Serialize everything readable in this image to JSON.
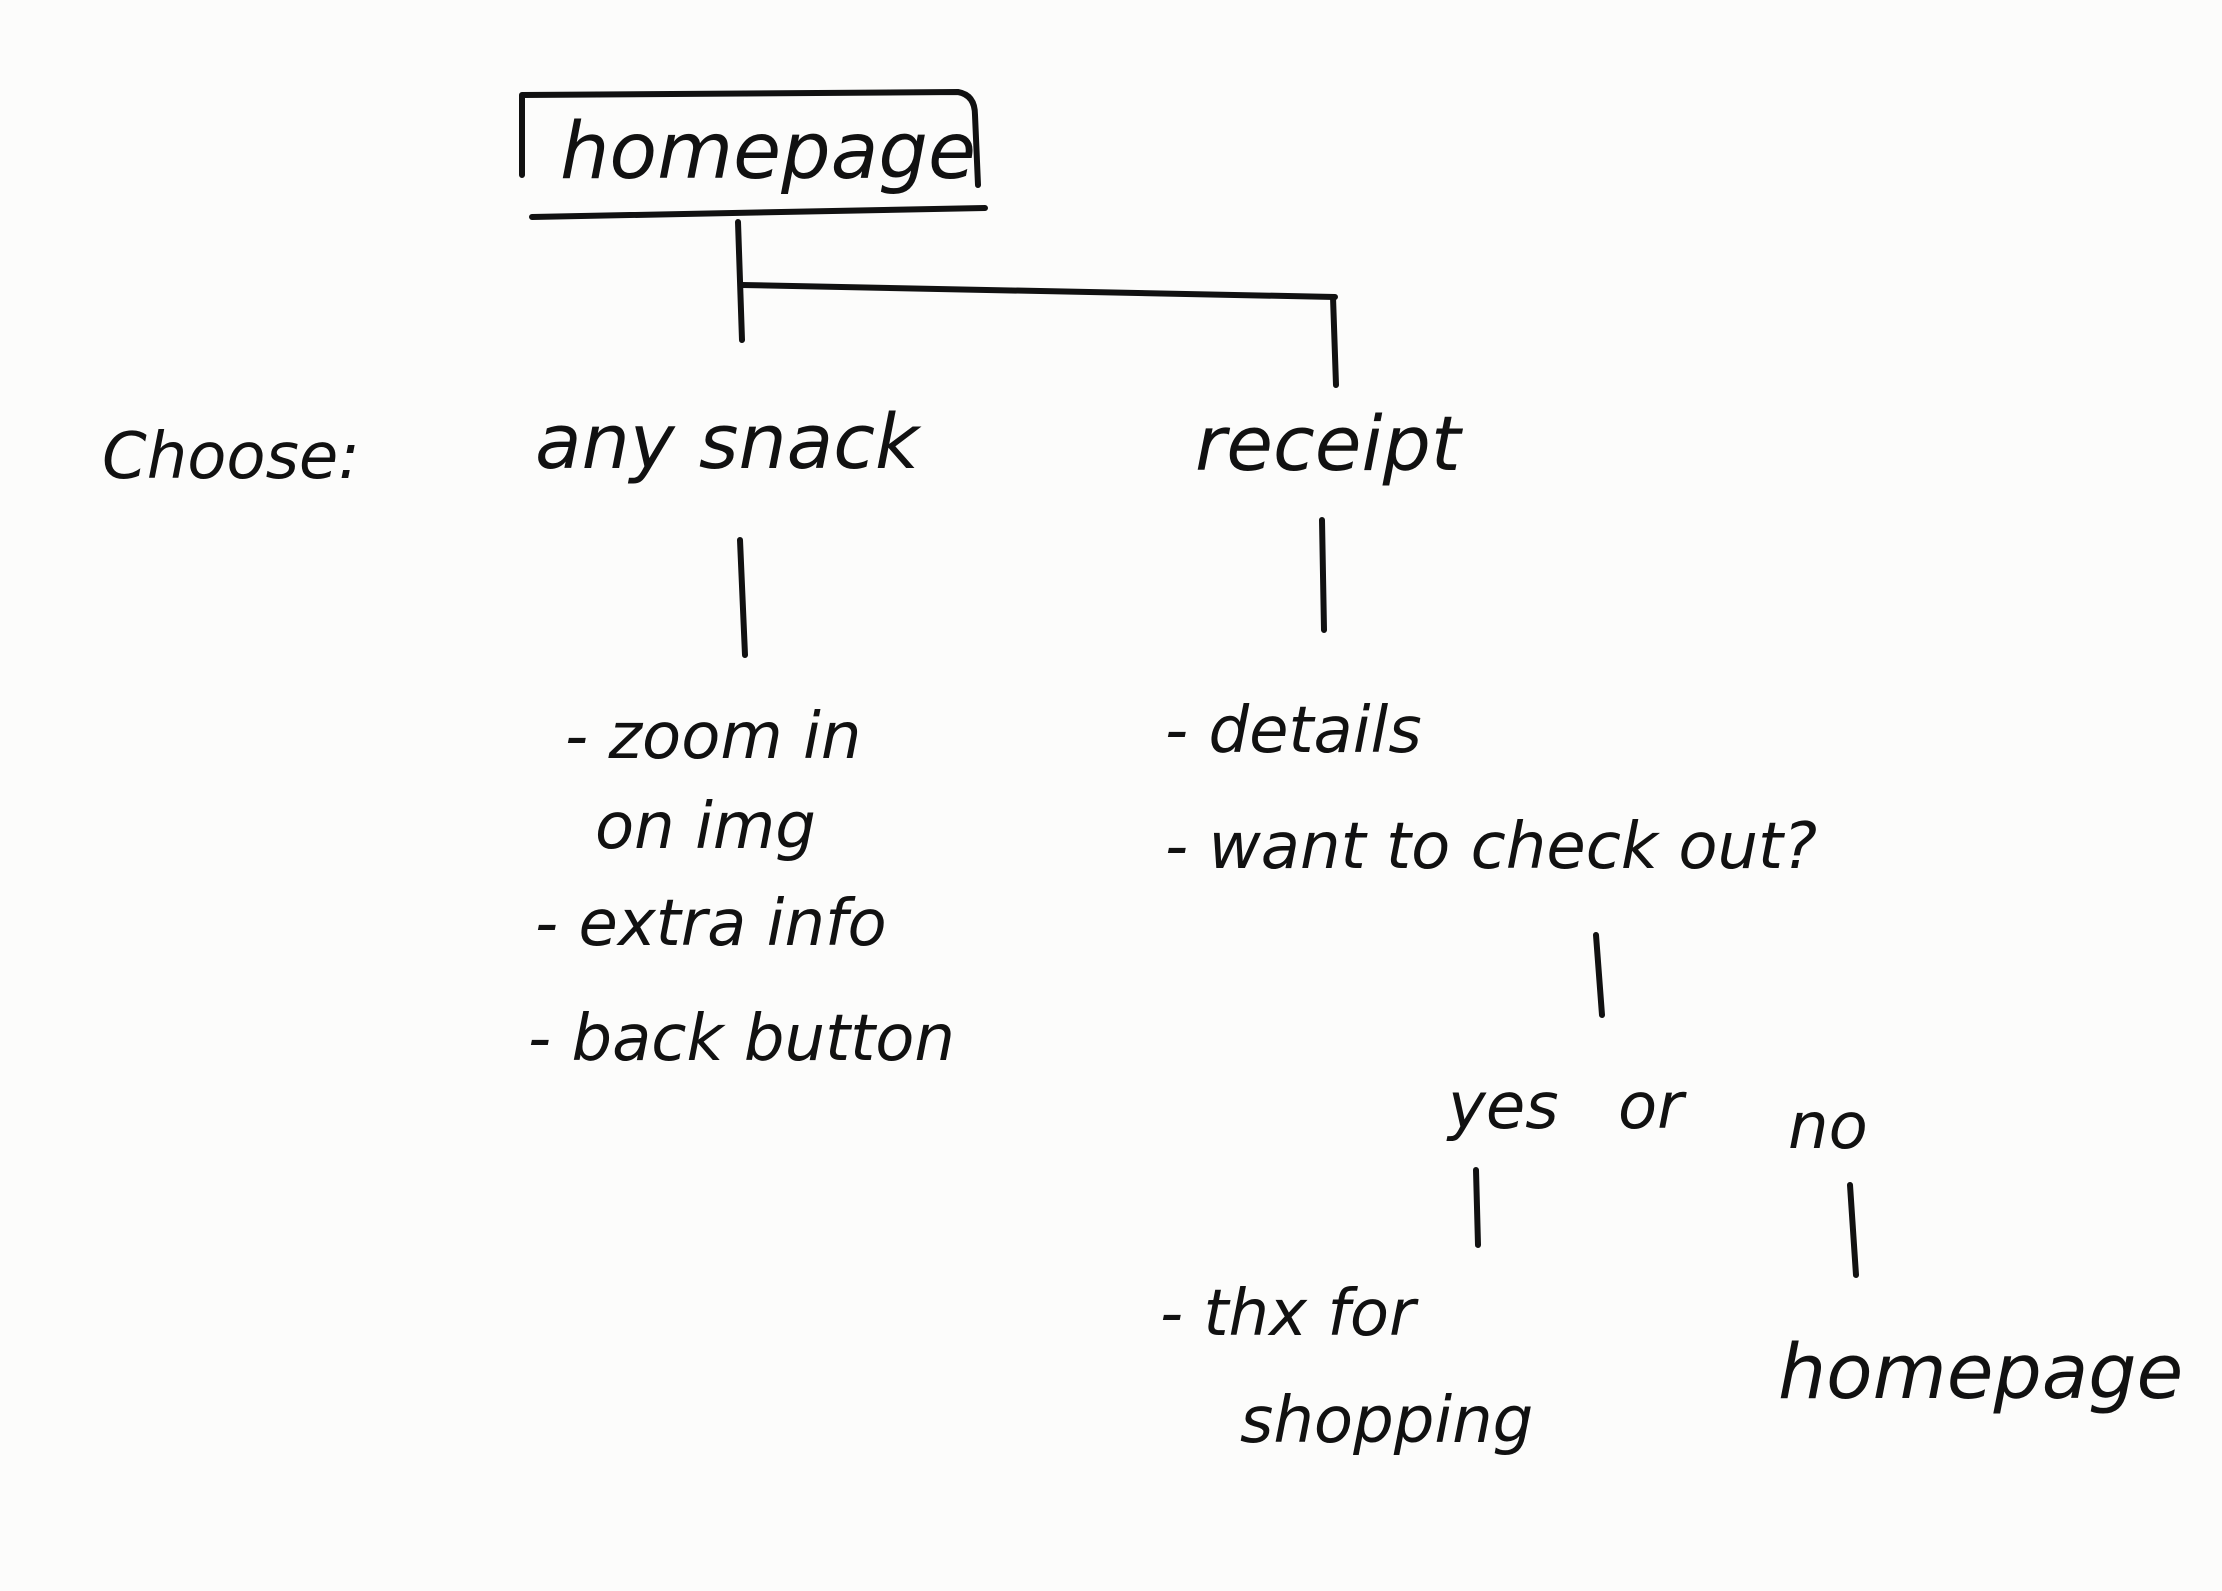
{
  "diagram": {
    "root": "homepage",
    "choose_label": "Choose:",
    "branches": {
      "snack": {
        "title": "any snack",
        "items": [
          "- zoom in",
          "on img",
          "- extra info",
          "- back button"
        ]
      },
      "receipt": {
        "title": "receipt",
        "items": [
          "- details",
          "- want to check out?"
        ],
        "decision": {
          "yes": "yes",
          "or": "or",
          "no": "no",
          "yes_result": [
            "- thx for",
            "shopping"
          ],
          "no_result": "homepage"
        }
      }
    }
  }
}
